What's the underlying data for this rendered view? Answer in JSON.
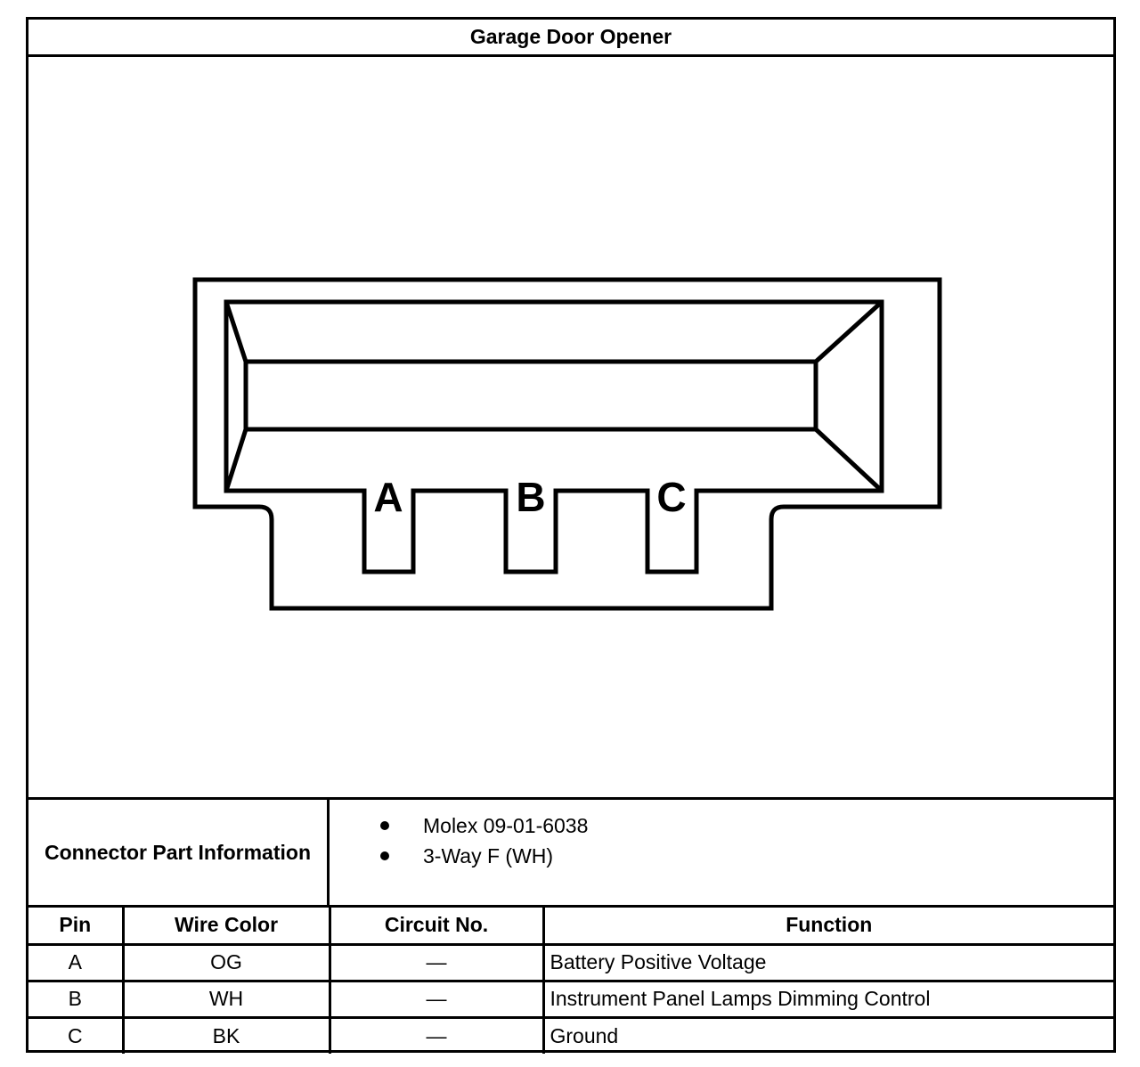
{
  "title": "Garage Door Opener",
  "connector": {
    "pins": [
      "A",
      "B",
      "C"
    ]
  },
  "connector_info": {
    "label": "Connector Part Information",
    "items": [
      "Molex 09-01-6038",
      "3-Way F (WH)"
    ]
  },
  "table": {
    "headers": {
      "pin": "Pin",
      "wire_color": "Wire Color",
      "circuit": "Circuit No.",
      "function": "Function"
    },
    "rows": [
      {
        "pin": "A",
        "wire_color": "OG",
        "circuit": "—",
        "function": "Battery Positive Voltage"
      },
      {
        "pin": "B",
        "wire_color": "WH",
        "circuit": "—",
        "function": "Instrument Panel Lamps Dimming Control"
      },
      {
        "pin": "C",
        "wire_color": "BK",
        "circuit": "—",
        "function": "Ground"
      }
    ]
  }
}
